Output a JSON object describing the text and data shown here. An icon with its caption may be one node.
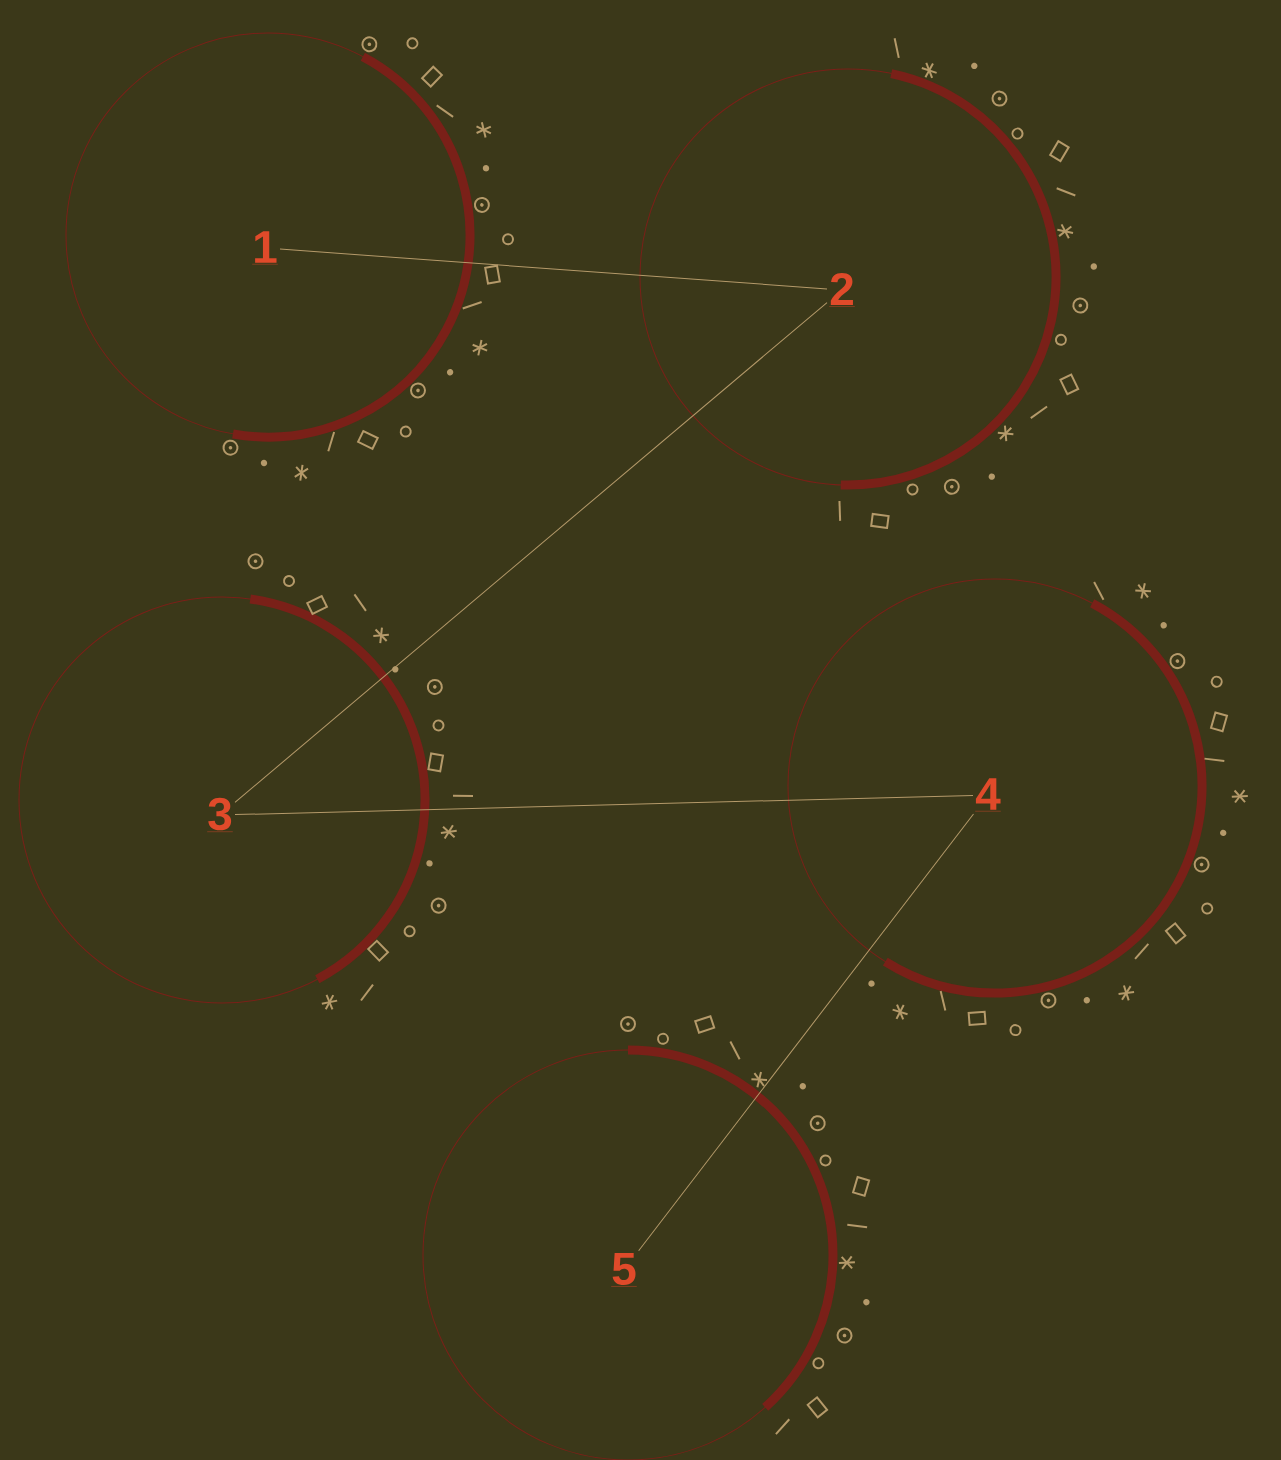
{
  "diagram": {
    "nodes": [
      {
        "text": [
          "1"
        ]
      },
      {
        "text": [
          "2"
        ]
      },
      {
        "text": [
          "3"
        ]
      },
      {
        "text": [
          "4"
        ]
      },
      {
        "text": [
          "5"
        ]
      }
    ],
    "edges": [
      {
        "from": 0,
        "to": 1,
        "arrow": "none"
      },
      {
        "from": 1,
        "to": 2,
        "arrow": "none"
      },
      {
        "from": 2,
        "to": 3,
        "arrow": "none"
      },
      {
        "from": 3,
        "to": 4,
        "arrow": "none"
      }
    ]
  }
}
